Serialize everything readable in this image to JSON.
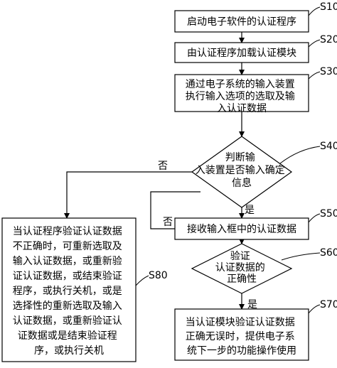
{
  "steps": {
    "s10": {
      "label": "S10",
      "lines": [
        "启动电子软件的认证程序"
      ]
    },
    "s20": {
      "label": "S20",
      "lines": [
        "由认证程序加载认证模块"
      ]
    },
    "s30": {
      "label": "S30",
      "lines": [
        "通过电子系统的输入装置",
        "执行输入选项的选取及输",
        "入认证数据"
      ]
    },
    "s40": {
      "label": "S40",
      "lines": [
        "判断输",
        "入装置是否输入确定",
        "信息"
      ]
    },
    "s50": {
      "label": "S50",
      "lines": [
        "接收输入框中的认证数据"
      ]
    },
    "s60": {
      "label": "S60",
      "lines": [
        "验证",
        "认证数据的",
        "正确性"
      ]
    },
    "s70": {
      "label": "S70",
      "lines": [
        "当认证模块验证认证数据",
        "正确无误时，提供电子系",
        "统下一步的功能操作使用"
      ]
    },
    "s80": {
      "label": "S80",
      "lines": [
        "当认证程序验证认证数据",
        "不正确时，可重新选取及",
        "输入认证数据，或重新验",
        "证认证数据，或结束验证",
        "程序，或执行关机，或是",
        "选择性的重新选取及输入",
        "认证数据，或重新验证认",
        "证数据或是结束验证程",
        "序，或执行关机"
      ]
    }
  },
  "edge_labels": {
    "s40_no": "否",
    "s40_yes": "是",
    "s50_no": "否",
    "s60_yes": "是"
  }
}
